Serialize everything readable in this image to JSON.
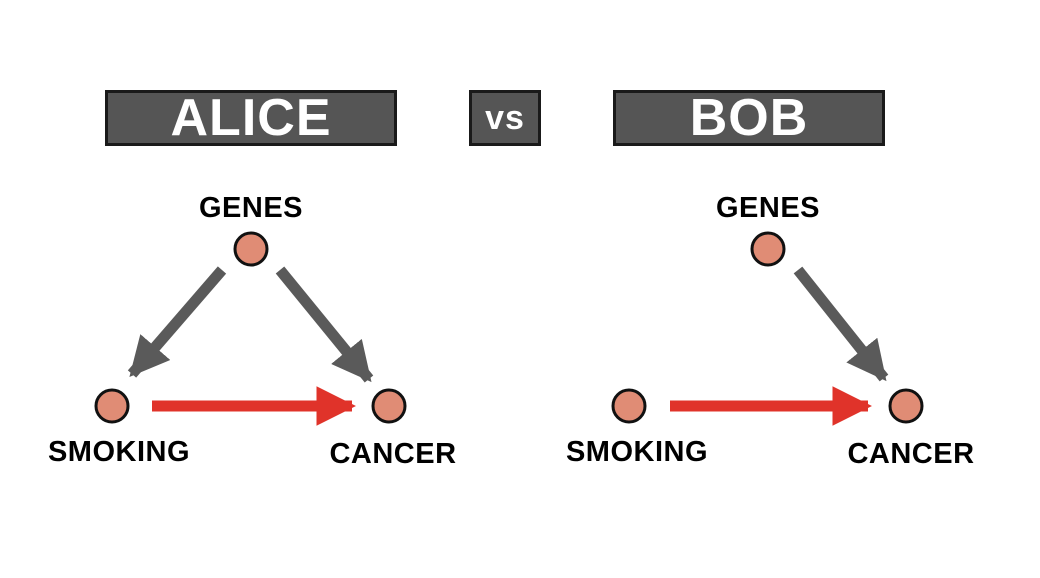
{
  "banners": {
    "alice": "ALICE",
    "vs": "vs",
    "bob": "BOB"
  },
  "alice_diagram": {
    "nodes": {
      "genes": "GENES",
      "smoking": "SMOKING",
      "cancer": "CANCER"
    },
    "edges": [
      {
        "from": "genes",
        "to": "smoking",
        "color": "#5a5a5a"
      },
      {
        "from": "genes",
        "to": "cancer",
        "color": "#5a5a5a"
      },
      {
        "from": "smoking",
        "to": "cancer",
        "color": "#e0332a"
      }
    ]
  },
  "bob_diagram": {
    "nodes": {
      "genes": "GENES",
      "smoking": "SMOKING",
      "cancer": "CANCER"
    },
    "edges": [
      {
        "from": "genes",
        "to": "cancer",
        "color": "#5a5a5a"
      },
      {
        "from": "smoking",
        "to": "cancer",
        "color": "#e0332a"
      }
    ]
  },
  "colors": {
    "node_fill": "#e08c75",
    "node_stroke": "#111111",
    "banner_fill": "#555555",
    "causal_arrow": "#e0332a",
    "gene_arrow": "#5a5a5a"
  }
}
